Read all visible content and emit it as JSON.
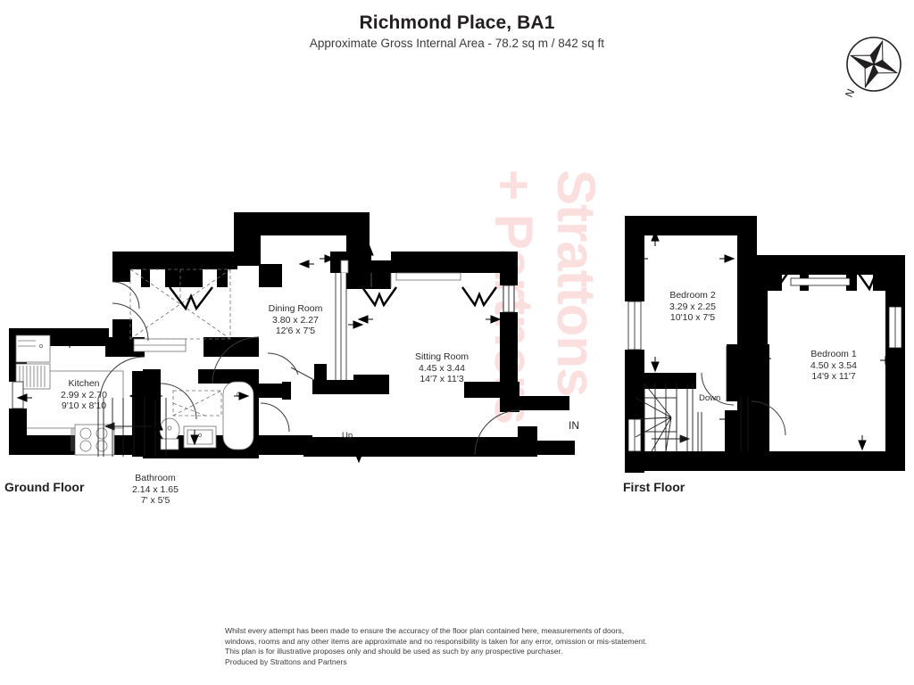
{
  "header": {
    "title": "Richmond Place, BA1",
    "subtitle": "Approximate Gross Internal Area - 78.2 sq m / 842 sq ft"
  },
  "compass": {
    "north_label": "N",
    "icon": "compass-rose-icon"
  },
  "watermark": {
    "line1": "Strattons",
    "line2": "+ Partners",
    "color": "#fbdede"
  },
  "floors": [
    {
      "id": "ground",
      "caption": "Ground Floor",
      "rooms": [
        {
          "name": "Kitchen",
          "metric": "2.99 x 2.70",
          "imperial": "9'10 x 8'10"
        },
        {
          "name": "Bathroom",
          "metric": "2.14 x 1.65",
          "imperial": "7' x 5'5"
        },
        {
          "name": "Dining Room",
          "metric": "3.80 x 2.27",
          "imperial": "12'6 x 7'5"
        },
        {
          "name": "Sitting Room",
          "metric": "4.45 x 3.44",
          "imperial": "14'7 x 11'3"
        }
      ],
      "annotations": [
        {
          "id": "stairs-up",
          "text": "Up"
        },
        {
          "id": "entrance",
          "text": "IN"
        }
      ]
    },
    {
      "id": "first",
      "caption": "First Floor",
      "rooms": [
        {
          "name": "Bedroom 2",
          "metric": "3.29 x 2.25",
          "imperial": "10'10 x 7'5"
        },
        {
          "name": "Bedroom 1",
          "metric": "4.50 x 3.54",
          "imperial": "14'9 x 11'7"
        }
      ],
      "annotations": [
        {
          "id": "stairs-down",
          "text": "Down"
        }
      ]
    }
  ],
  "disclaimer": {
    "line1": "Whilst every attempt has been made to ensure the accuracy of the floor plan contained here, measurements of doors,",
    "line2": "windows, rooms and any other items are approximate and no responsibility is taken for any error, omission or mis-statement.",
    "line3": "This plan is for illustrative proposes only and should be used as such by any prospective purchaser.",
    "line4": "Produced by Strattons and Partners"
  }
}
